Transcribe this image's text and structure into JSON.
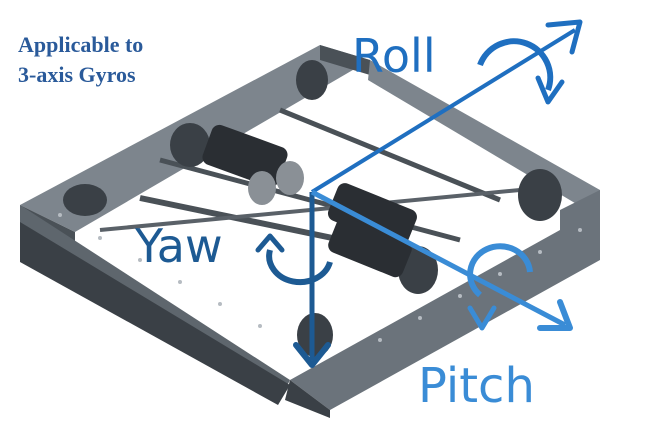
{
  "note": {
    "line1": "Applicable to",
    "line2": "3-axis Gyros"
  },
  "axes": {
    "roll": {
      "label": "Roll",
      "color": "#1f6fc0"
    },
    "yaw": {
      "label": "Yaw",
      "color": "#1d5a93"
    },
    "pitch": {
      "label": "Pitch",
      "color": "#3a8cd6"
    }
  },
  "colors": {
    "frame_dark": "#3a4046",
    "frame_mid": "#6b737b",
    "frame_light": "#9aa3ab",
    "motor": "#2a2e33",
    "background": "#ffffff"
  }
}
